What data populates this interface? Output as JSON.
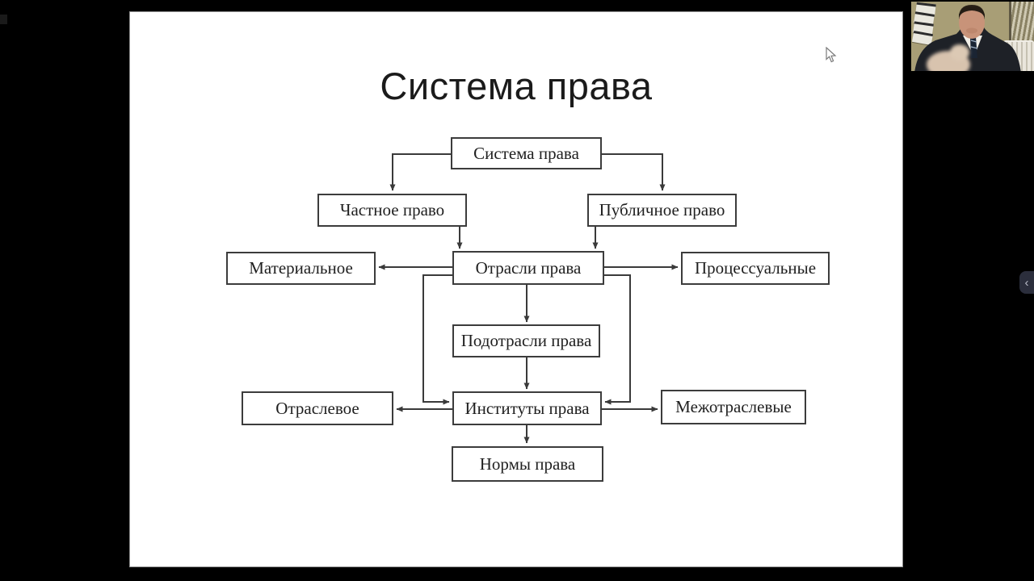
{
  "slide": {
    "title": "Система права"
  },
  "diagram": {
    "nodes": {
      "system": {
        "label": "Система права"
      },
      "chastnoe": {
        "label": "Частное право"
      },
      "publichnoe": {
        "label": "Публичное право"
      },
      "materialnoe": {
        "label": "Материальное"
      },
      "otrasli": {
        "label": "Отрасли права"
      },
      "processualnye": {
        "label": "Процессуальные"
      },
      "podotrasli": {
        "label": "Подотрасли права"
      },
      "otraslevoe": {
        "label": "Отраслевое"
      },
      "instituty": {
        "label": "Институты права"
      },
      "mezhotraslevye": {
        "label": "Межотраслевые"
      },
      "normy": {
        "label": "Нормы права"
      }
    },
    "edges": [
      {
        "from": "Система права",
        "to": "Частное право"
      },
      {
        "from": "Система права",
        "to": "Публичное право"
      },
      {
        "from": "Частное право",
        "to": "Отрасли права"
      },
      {
        "from": "Публичное право",
        "to": "Отрасли права"
      },
      {
        "from": "Отрасли права",
        "to": "Материальное"
      },
      {
        "from": "Отрасли права",
        "to": "Процессуальные"
      },
      {
        "from": "Отрасли права",
        "to": "Подотрасли права"
      },
      {
        "from": "Отрасли права",
        "to": "Институты права"
      },
      {
        "from": "Подотрасли права",
        "to": "Институты права"
      },
      {
        "from": "Институты права",
        "to": "Отраслевое"
      },
      {
        "from": "Институты права",
        "to": "Межотраслевые"
      },
      {
        "from": "Институты права",
        "to": "Нормы права"
      }
    ],
    "colors": {
      "line": "#3a3a3a",
      "box_border": "#3c3c3c",
      "box_fill": "#ffffff",
      "text": "#1f1f1f"
    }
  },
  "webcam": {
    "content": "presenter in dark suit at desk",
    "colors": {
      "wall": "#a89e76",
      "suit": "#1e2127",
      "skin": "#c89379",
      "shirt": "#f2efe8",
      "tie": "#1a2433",
      "radiator": "#eae6dc"
    }
  },
  "panel_toggle": {
    "chevron": "‹"
  },
  "colors": {
    "background": "#000000",
    "slide_background": "#ffffff",
    "panel_tab": "#2b2e3c",
    "panel_chevron": "#b9bcc8"
  }
}
